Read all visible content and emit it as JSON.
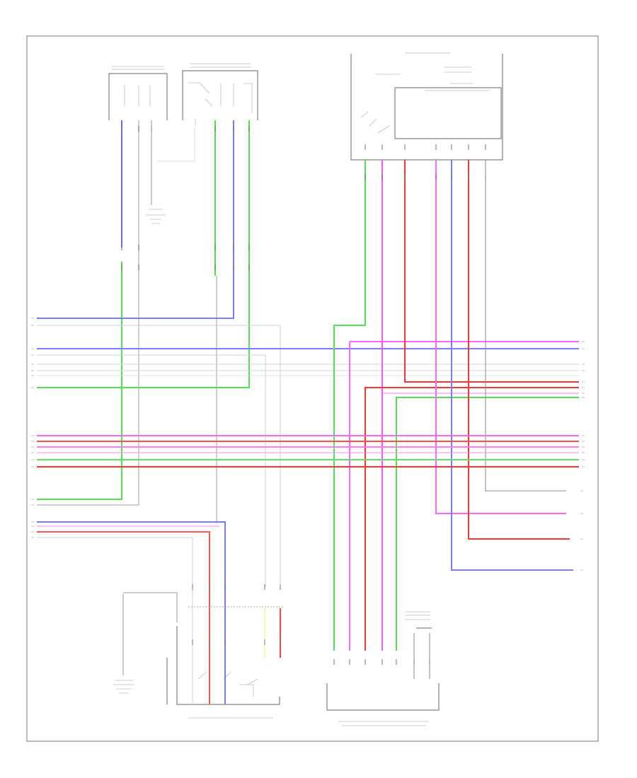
{
  "diagram": {
    "page_id_text": "",
    "colors": {
      "blue": "#5a5aff",
      "green": "#33dd33",
      "pink": "#ff44ff",
      "red": "#ff2a2a",
      "white": "#cfcfcf",
      "gray": "#8a8a8a",
      "frame": "#777777"
    },
    "components": [
      {
        "id": "rear-window-switch-assembly",
        "label": ""
      },
      {
        "id": "front-power-window-switch",
        "label": ""
      },
      {
        "id": "window-lock-module",
        "label": ""
      },
      {
        "id": "left-front-door-lock-assembly",
        "label": ""
      },
      {
        "id": "power-window-regulator-motor",
        "label": ""
      }
    ],
    "wire_colors": [
      "blue",
      "green",
      "pink",
      "red",
      "white",
      "gray"
    ]
  }
}
